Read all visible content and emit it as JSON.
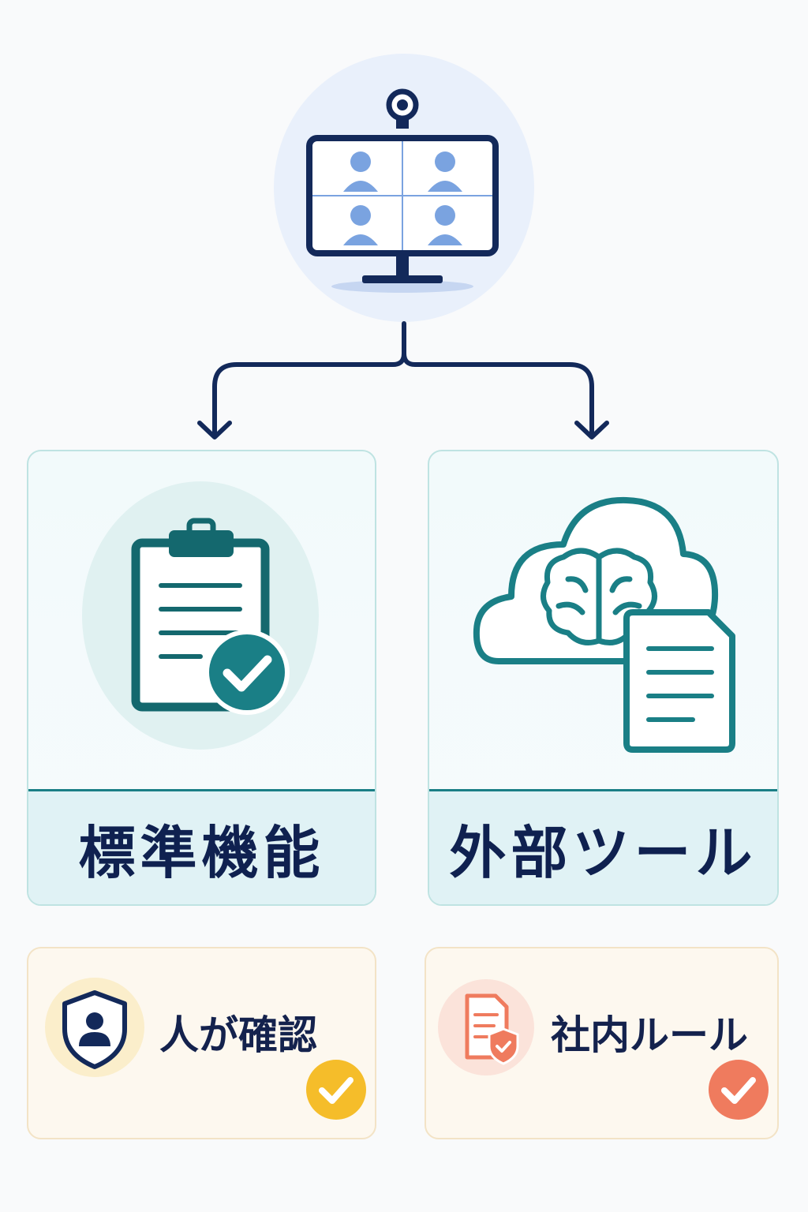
{
  "cards": {
    "left": {
      "title": "標準機能"
    },
    "right": {
      "title": "外部ツール"
    }
  },
  "badges": {
    "left": {
      "label": "人が確認"
    },
    "right": {
      "label": "社内ルール"
    }
  },
  "colors": {
    "navy": "#13295a",
    "teal": "#1a7f86",
    "blue": "#7aa3e0",
    "yellow": "#f5bd2a",
    "coral": "#ef7b5e"
  }
}
